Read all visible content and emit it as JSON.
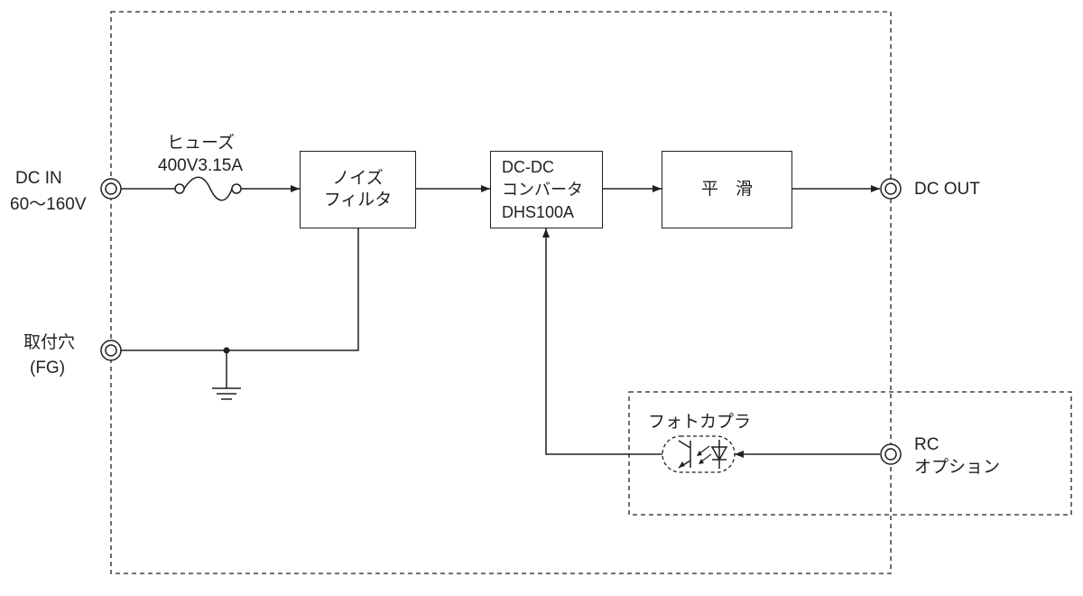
{
  "colors": {
    "line": "#231f20",
    "background": "#ffffff"
  },
  "terminals": {
    "dc_in_label": "DC IN",
    "dc_in_range": "60〜160V",
    "fg_label": "取付穴",
    "fg_sub": "(FG)",
    "dc_out_label": "DC OUT",
    "rc_label": "RC",
    "rc_sub": "オプション"
  },
  "fuse": {
    "name": "ヒューズ",
    "rating": "400V3.15A"
  },
  "blocks": {
    "noise_filter": {
      "line1": "ノイズ",
      "line2": "フィルタ"
    },
    "converter": {
      "line1": "DC-DC",
      "line2": "コンバータ",
      "line3": "DHS100A"
    },
    "smoothing": {
      "label": "平　滑"
    }
  },
  "photocoupler": {
    "label": "フォトカプラ"
  }
}
